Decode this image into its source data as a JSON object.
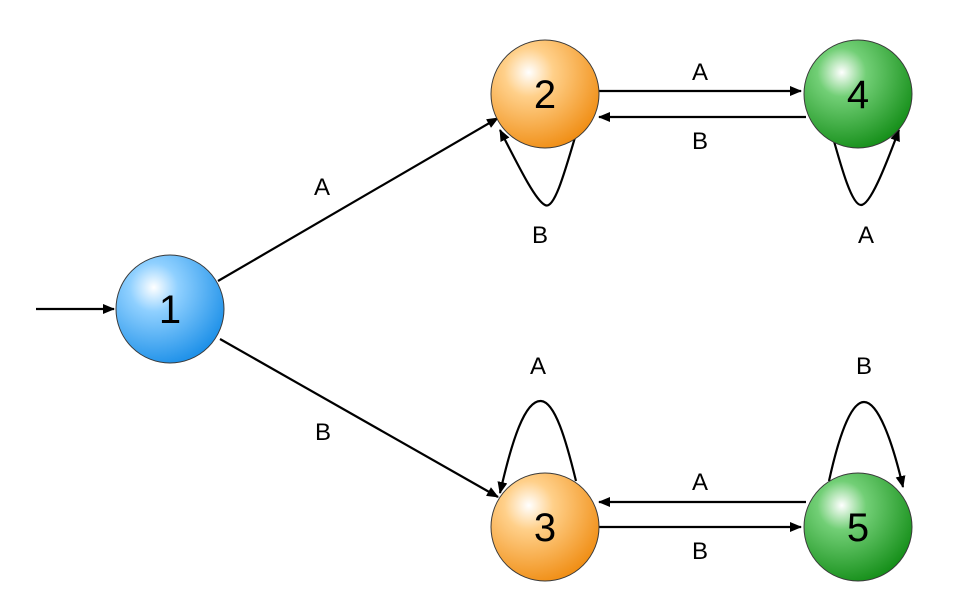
{
  "diagram": {
    "type": "state-machine",
    "colors": {
      "blue": "#2f9bf0",
      "orange": "#f59a23",
      "green": "#1f9a23",
      "edge": "#000000"
    },
    "nodes": [
      {
        "id": "1",
        "label": "1",
        "color": "blue",
        "start": true
      },
      {
        "id": "2",
        "label": "2",
        "color": "orange"
      },
      {
        "id": "3",
        "label": "3",
        "color": "orange"
      },
      {
        "id": "4",
        "label": "4",
        "color": "green"
      },
      {
        "id": "5",
        "label": "5",
        "color": "green"
      }
    ],
    "edges": [
      {
        "from": "1",
        "to": "2",
        "label": "A"
      },
      {
        "from": "1",
        "to": "3",
        "label": "B"
      },
      {
        "from": "2",
        "to": "4",
        "label": "A"
      },
      {
        "from": "4",
        "to": "2",
        "label": "B"
      },
      {
        "from": "2",
        "to": "2",
        "label": "B"
      },
      {
        "from": "4",
        "to": "4",
        "label": "A"
      },
      {
        "from": "3",
        "to": "3",
        "label": "A"
      },
      {
        "from": "5",
        "to": "5",
        "label": "B"
      },
      {
        "from": "5",
        "to": "3",
        "label": "A"
      },
      {
        "from": "3",
        "to": "5",
        "label": "B"
      }
    ]
  }
}
